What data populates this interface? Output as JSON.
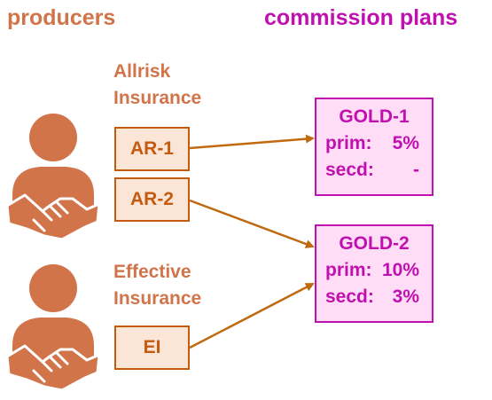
{
  "headings": {
    "producers": "producers",
    "plans": "commission plans"
  },
  "companies": [
    {
      "line1": "Allrisk",
      "line2": "Insurance"
    },
    {
      "line1": "Effective",
      "line2": "Insurance"
    }
  ],
  "producers": [
    "AR-1",
    "AR-2",
    "EI"
  ],
  "plans": [
    {
      "name": "GOLD-1",
      "prim_label": "prim:",
      "prim_value": "5%",
      "secd_label": "secd:",
      "secd_value": "-"
    },
    {
      "name": "GOLD-2",
      "prim_label": "prim:",
      "prim_value": "10%",
      "secd_label": "secd:",
      "secd_value": "3%"
    }
  ],
  "colors": {
    "producer": "#c55a11",
    "producer_fill": "#fbe5d6",
    "plan": "#c010b0",
    "plan_fill": "#ffddf7",
    "person_icon": "#d2744a",
    "arrow": "#c06a10"
  },
  "icons": [
    "person-handshake-icon",
    "person-handshake-icon"
  ]
}
